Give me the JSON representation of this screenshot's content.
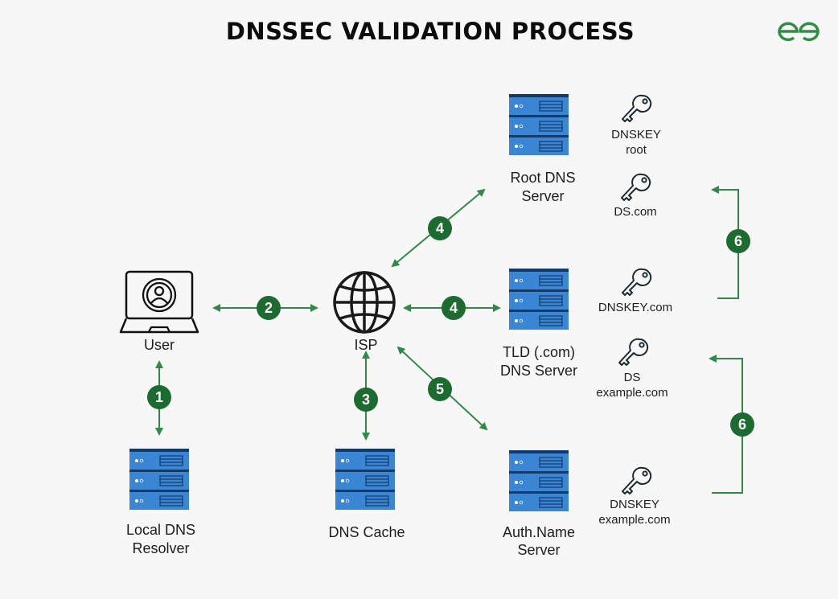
{
  "title": "DNSSEC VALIDATION PROCESS",
  "logo": "geeksforgeeks-logo",
  "colors": {
    "accent_green": "#2f8a48",
    "badge_green": "#1e6b32",
    "server_blue": "#3a85d4",
    "server_dark": "#123a6b",
    "icon_outline": "#1c2a30"
  },
  "nodes": {
    "user": {
      "label": "User",
      "icon": "laptop-user-icon"
    },
    "isp": {
      "label": "ISP",
      "icon": "globe-icon"
    },
    "local_resolver": {
      "label_line1": "Local DNS",
      "label_line2": "Resolver",
      "icon": "server-icon"
    },
    "dns_cache": {
      "label": "DNS Cache",
      "icon": "server-icon"
    },
    "root_server": {
      "label_line1": "Root DNS",
      "label_line2": "Server",
      "icon": "server-icon"
    },
    "tld_server": {
      "label_line1": "TLD (.com)",
      "label_line2": "DNS Server",
      "icon": "server-icon"
    },
    "auth_server": {
      "label_line1": "Auth.Name",
      "label_line2": "Server",
      "icon": "server-icon"
    }
  },
  "keys": [
    {
      "line1": "DNSKEY",
      "line2": "root"
    },
    {
      "line1": "DS.com",
      "line2": ""
    },
    {
      "line1": "DNSKEY.com",
      "line2": ""
    },
    {
      "line1": "DS",
      "line2": "example.com"
    },
    {
      "line1": "DNSKEY",
      "line2": "example.com"
    }
  ],
  "steps": {
    "user_resolver": "1",
    "user_isp": "2",
    "isp_cache": "3",
    "isp_root": "4",
    "isp_tld": "4",
    "isp_auth": "5",
    "root_chain": "6",
    "tld_chain": "6"
  }
}
